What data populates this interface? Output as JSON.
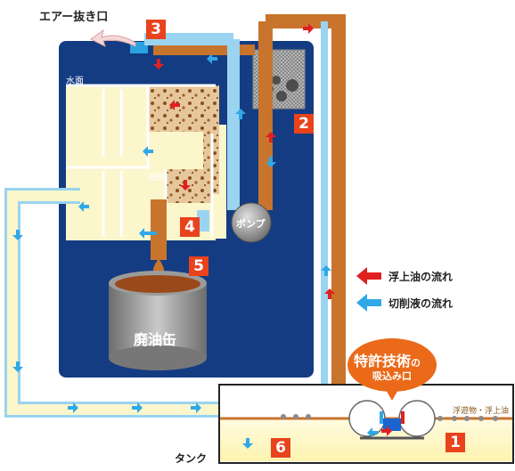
{
  "labels": {
    "air_vent": "エアー抜き口",
    "water_surface": "水面",
    "oil_surface": "油面",
    "pump": "ポンプ",
    "waste_can": "廃油缶",
    "tank": "タンク",
    "floating": "浮遊物・浮上油",
    "patent_main": "特許技術",
    "patent_no": "の",
    "patent_sub": "吸込み口"
  },
  "steps": [
    "1",
    "2",
    "3",
    "4",
    "5",
    "6"
  ],
  "legend": [
    {
      "label": "浮上油の流れ",
      "color": "#e02020",
      "icon": "left-arrow-icon"
    },
    {
      "label": "切削液の流れ",
      "color": "#30a8e8",
      "icon": "left-arrow-icon"
    }
  ],
  "colors": {
    "panel": "#143c82",
    "clean_liquid": "#fbf6cc",
    "pipe_oil": "#c8742c",
    "pipe_clean_border": "#9ad4f0",
    "oil_flow": "#e02020",
    "clean_flow": "#30a8e8",
    "step_badge": "#e8431c"
  }
}
